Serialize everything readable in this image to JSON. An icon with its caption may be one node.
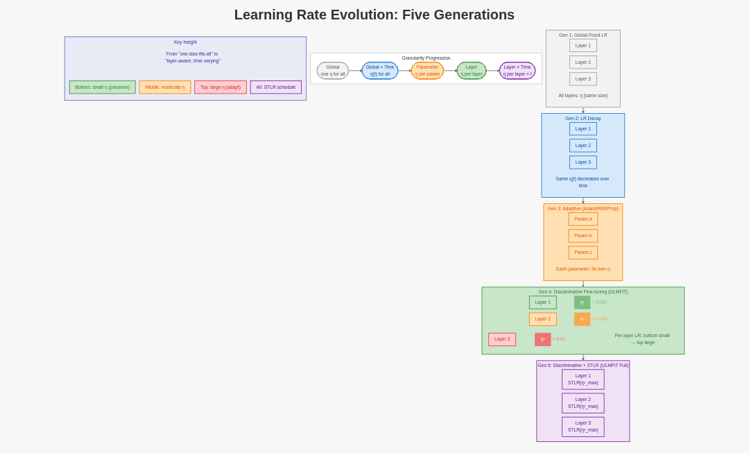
{
  "diagram": {
    "title": "Learning Rate Evolution: Five Generations",
    "nodes": [
      {
        "text": [
          "Gen 1: Global Fixed LR",
          "All layers: η (same size)"
        ]
      },
      {
        "text": [
          "Layer 1"
        ],
        "in": 0
      },
      {
        "text": [
          "Layer 2"
        ],
        "in": 0
      },
      {
        "text": [
          "Layer 3"
        ],
        "in": 0
      },
      {
        "text": [
          "Gen 2: LR Decay",
          "Same η(t) decreases over time"
        ]
      },
      {
        "text": [
          "Layer 1"
        ],
        "in": 4
      },
      {
        "text": [
          "Layer 2"
        ],
        "in": 4
      },
      {
        "text": [
          "Layer 3"
        ],
        "in": 4
      },
      {
        "text": [
          "Gen 3: Adaptive (Adam/RMSProp)",
          "Each parameter: its own η"
        ]
      },
      {
        "text": [
          "Param a"
        ],
        "in": 8
      },
      {
        "text": [
          "Param b"
        ],
        "in": 8
      },
      {
        "text": [
          "Param c"
        ],
        "in": 8
      },
      {
        "text": [
          "Gen 4: Discriminative Fine-tuning (ULMFiT)",
          "Per-layer LR: bottom small → top large"
        ]
      },
      {
        "text": [
          "Layer 1"
        ],
        "in": 12
      },
      {
        "text": [
          "Layer 2"
        ],
        "in": 12
      },
      {
        "text": [
          "Layer 3"
        ],
        "in": 12
      },
      {
        "text": [
          "η¹"
        ],
        "in": 12,
        "beside": [
          "≈ 0.001"
        ]
      },
      {
        "text": [
          "η²"
        ],
        "in": 12,
        "beside": [
          "≈ 0.004"
        ]
      },
      {
        "text": [
          "η³"
        ],
        "in": 12,
        "beside": [
          "= 0.01"
        ]
      },
      {
        "text": [
          "Gen 5: Discriminative + STLR (ULMFiT Full)"
        ]
      },
      {
        "text": [
          "Layer 1",
          "STLR(η¹_max)"
        ],
        "in": 19
      },
      {
        "text": [
          "Layer 2",
          "STLR(η²_max)"
        ],
        "in": 19
      },
      {
        "text": [
          "Layer 3",
          "STLR(η³_max)"
        ],
        "in": 19
      },
      {
        "text": [
          "Granularity Progression"
        ]
      },
      {
        "text": [
          "Global",
          "one η for all"
        ],
        "in": 23
      },
      {
        "text": [
          "Global × Time",
          "η(t) for all"
        ],
        "in": 23
      },
      {
        "text": [
          "Parameter",
          "η per param"
        ],
        "in": 23
      },
      {
        "text": [
          "Layer",
          "η per layer"
        ],
        "in": 23
      },
      {
        "text": [
          "Layer × Time",
          "η per layer × t"
        ],
        "in": 23
      },
      {
        "text": [
          "Key Insight",
          "From \"one-size-fits-all\" to \"layer-aware, time-varying\""
        ]
      },
      {
        "text": [
          "Bottom: small η (preserve)"
        ],
        "in": 29
      },
      {
        "text": [
          "Middle: moderate η"
        ],
        "in": 29
      },
      {
        "text": [
          "Top: large η (adapt)"
        ],
        "in": 29
      },
      {
        "text": [
          "All: STLR schedule"
        ],
        "in": 29
      }
    ],
    "edges": [
      {
        "from": 0,
        "to": 4,
        "arrow": "to"
      },
      {
        "from": 4,
        "to": 8,
        "arrow": "to"
      },
      {
        "from": 8,
        "to": 12,
        "arrow": "to"
      },
      {
        "from": 12,
        "to": 19,
        "arrow": "to"
      },
      {
        "from": 24,
        "to": 25,
        "arrow": "to"
      },
      {
        "from": 25,
        "to": 26,
        "arrow": "to"
      },
      {
        "from": 26,
        "to": 27,
        "arrow": "to"
      },
      {
        "from": 27,
        "to": 28,
        "arrow": "to"
      }
    ]
  }
}
